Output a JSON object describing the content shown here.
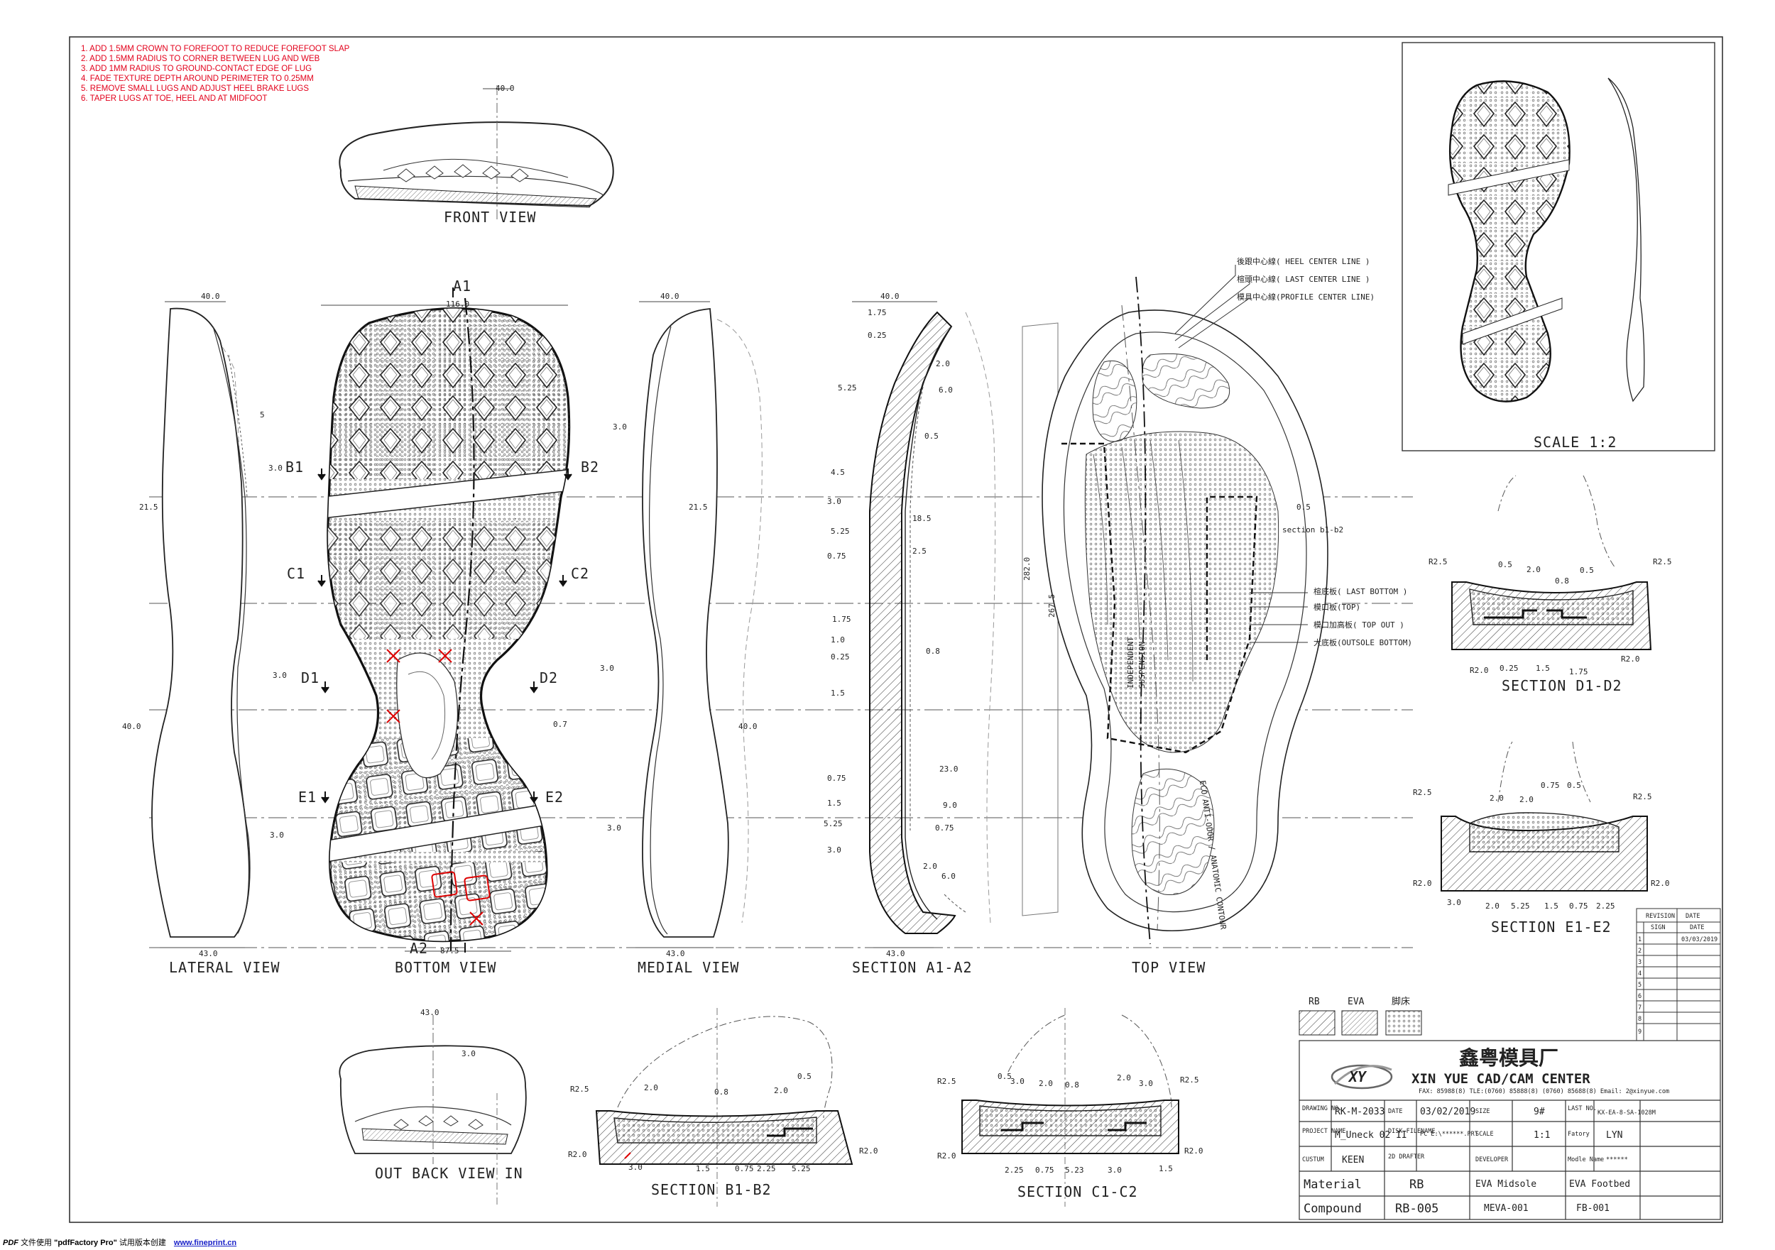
{
  "notes": [
    "1. ADD 1.5MM CROWN TO FOREFOOT TO REDUCE FOREFOOT SLAP",
    "2. ADD 1.5MM RADIUS TO CORNER BETWEEN LUG AND WEB",
    "3. ADD 1MM RADIUS TO GROUND-CONTACT EDGE OF LUG",
    "4. FADE TEXTURE DEPTH AROUND PERIMETER TO 0.25MM",
    "5. REMOVE SMALL LUGS AND ADJUST HEEL BRAKE LUGS",
    "6. TAPER LUGS AT TOE, HEEL AND AT MIDFOOT"
  ],
  "views": {
    "front": "FRONT VIEW",
    "lateral": "LATERAL VIEW",
    "bottom": "BOTTOM VIEW",
    "medial": "MEDIAL VIEW",
    "section_a": "SECTION A1-A2",
    "top": "TOP VIEW",
    "back": "OUT  BACK VIEW IN",
    "section_b": "SECTION B1-B2",
    "section_c": "SECTION C1-C2",
    "section_d": "SECTION D1-D2",
    "section_e": "SECTION E1-E2",
    "scale": "SCALE 1:2"
  },
  "cuts": {
    "a1": "A1",
    "a2": "A2",
    "b1": "B1",
    "b2": "B2",
    "c1": "C1",
    "c2": "C2",
    "d1": "D1",
    "d2": "D2",
    "e1": "E1",
    "e2": "E2"
  },
  "dims": {
    "w40": "40.0",
    "w43": "43.0",
    "d116": "116.0",
    "d875": "87.5",
    "d3": "3.0",
    "d5": "5",
    "d215": "21.5",
    "d7": "0.7",
    "d175": "1.75",
    "d025": "0.25",
    "d20": "2.0",
    "d60": "6.0",
    "d525": "5.25",
    "d05": "0.5",
    "d45": "4.5",
    "d185": "18.5",
    "d25": "2.5",
    "d075": "0.75",
    "d10": "1.0",
    "d08": "0.8",
    "d15": "1.5",
    "d230": "23.0",
    "d90": "9.0",
    "d2820": "282.0",
    "d2675": "267.5",
    "r25": "R2.5",
    "r20": "R2.0",
    "d523": "5.23",
    "d225": "2.25"
  },
  "top_callouts": [
    "後跟中心線( HEEL CENTER LINE )",
    "楦頭中心線( LAST CENTER LINE )",
    "模具中心線(PROFILE CENTER LINE)"
  ],
  "right_callouts": [
    "楦底板( LAST BOTTOM )",
    "模口板(TOP)",
    "模口加高板( TOP OUT )",
    "大底板(OUTSOLE BOTTOM)"
  ],
  "section_b1b2": "section b1-b2",
  "insole": {
    "brand": "INDEPENDENT",
    "brand2": "SUSPENSION",
    "tag": "ECO ANTI-ODOR / ANATOMIC CONTOUR"
  },
  "legend": [
    "RB",
    "EVA",
    "脚床"
  ],
  "revision": {
    "header1": "REVISION",
    "header2": "DATE",
    "sign": "SIGN",
    "date": "DATE",
    "rows": [
      "1",
      "2",
      "3",
      "4",
      "5",
      "6",
      "7",
      "8",
      "9"
    ],
    "first_date": "03/03/2019"
  },
  "title_block": {
    "company_cn": "鑫粤模具厂",
    "company_en": "XIN YUE CAD/CAM CENTER",
    "contact": "FAX: 85988(8) TLE:(0760) 85888(8) (0760) 85688(8) Email: 2@xinyue.com",
    "drawing_no_label": "DRAWING NO.",
    "drawing_no": "RK-M-2033",
    "date_label": "DATE",
    "date": "03/02/2019",
    "size_label": "SIZE",
    "size": "9#",
    "last_label": "LAST NO.",
    "last_no": "KX-EA-8-SA-1028M",
    "project_label": "PROJECT NAME",
    "project": "M_Uneck 02 II",
    "disk_label": "DISK FILENAME",
    "disk": "PC E:\\******.PRT",
    "scale_label": "SCALE",
    "scale": "1:1",
    "factory_label": "Fatory",
    "factory": "LYN",
    "custom_label": "CUSTUM",
    "custom": "KEEN",
    "drafter_label": "2D DRAFTER",
    "developer_label": "DEVELOPER",
    "model_label": "Modle Name",
    "model": "******",
    "material_label": "Material",
    "compound_label": "Compound",
    "materials": [
      "RB",
      "EVA Midsole",
      "EVA Footbed"
    ],
    "compounds": [
      "RB-005",
      "MEVA-001",
      "FB-001"
    ]
  },
  "footer": {
    "pdf": "PDF",
    "text1": "文件使用",
    "product": "\"pdfFactory Pro\"",
    "text2": "试用版本创建",
    "url": "www.fineprint.cn"
  }
}
